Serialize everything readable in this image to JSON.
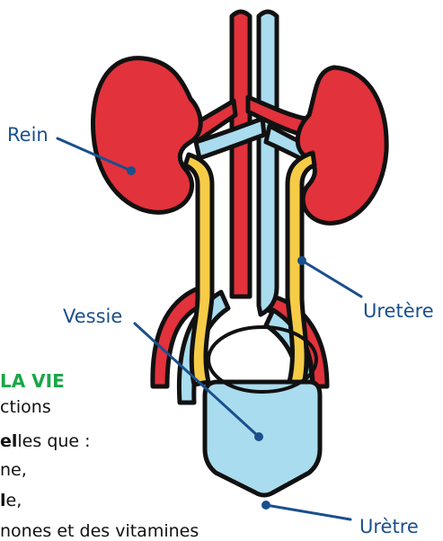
{
  "labels": {
    "kidney": "Rein",
    "ureter": "Uretère",
    "bladder": "Vessie",
    "urethra": "Urètre"
  },
  "background_text": {
    "heading": "LA VIE",
    "line1": "ctions",
    "line2_bold": "el",
    "line2_rest": "les que :",
    "line3": "ne,",
    "line4_bold": "l",
    "line4_rest": "e,",
    "line5": "nones et des vitamines"
  },
  "colors": {
    "kidney": "#e2323c",
    "artery": "#e2323c",
    "vein": "#a9dcee",
    "ureter": "#f6cc47",
    "bladder": "#a9dcee",
    "outline": "#111111",
    "leader": "#1a4f8c",
    "heading": "#1aa64a"
  }
}
